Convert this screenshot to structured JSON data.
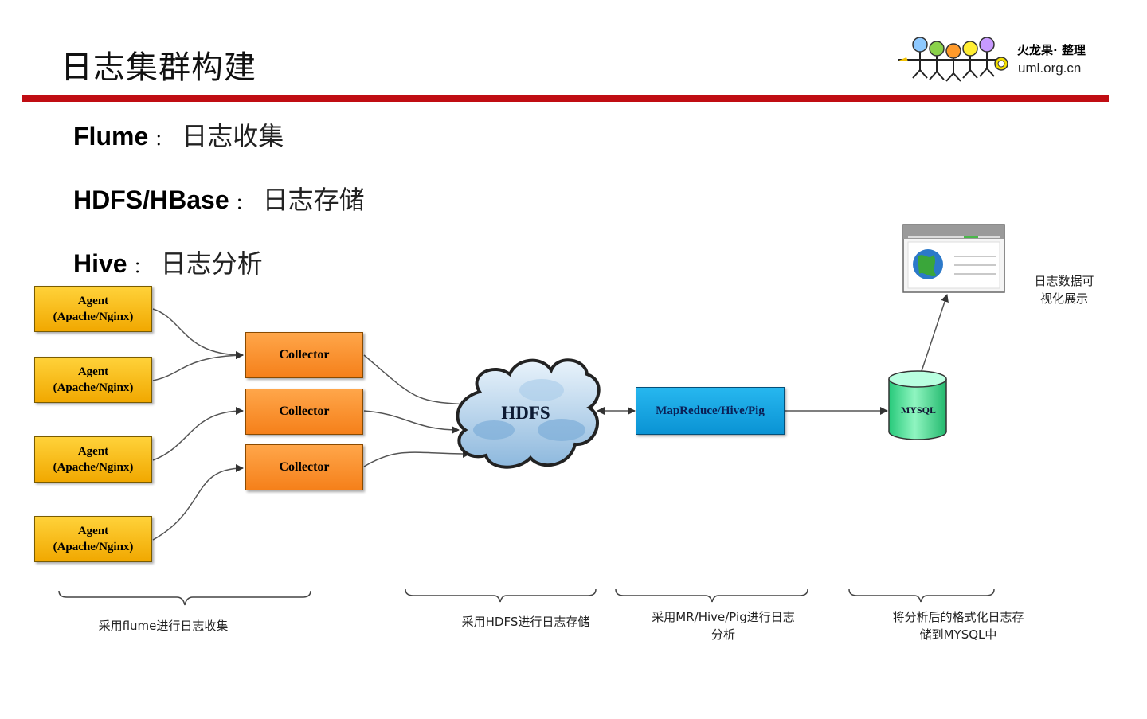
{
  "title": "日志集群构建",
  "logo": {
    "name": "火龙果· 整理",
    "url": "uml.org.cn"
  },
  "bullets": [
    {
      "term": "Flume",
      "colon": "：",
      "desc": "日志收集"
    },
    {
      "term": "HDFS/HBase",
      "colon": "：",
      "desc": "日志存储"
    },
    {
      "term": "Hive",
      "colon": "：",
      "desc": "日志分析"
    }
  ],
  "diagram": {
    "agents": [
      {
        "line1": "Agent",
        "line2": "(Apache/Nginx)"
      },
      {
        "line1": "Agent",
        "line2": "(Apache/Nginx)"
      },
      {
        "line1": "Agent",
        "line2": "(Apache/Nginx)"
      },
      {
        "line1": "Agent",
        "line2": "(Apache/Nginx)"
      }
    ],
    "collectors": [
      "Collector",
      "Collector",
      "Collector"
    ],
    "hdfs": "HDFS",
    "processing": "MapReduce/Hive/Pig",
    "database": "MYSQL",
    "visualization": {
      "line1": "日志数据可",
      "line2": "视化展示"
    },
    "captions": [
      {
        "line1": "采用flume进行日志收集",
        "line2": ""
      },
      {
        "line1": "采用HDFS进行日志存储",
        "line2": ""
      },
      {
        "line1": "采用MR/Hive/Pig进行日志",
        "line2": "分析"
      },
      {
        "line1": "将分析后的格式化日志存",
        "line2": "储到MYSQL中"
      }
    ]
  },
  "colors": {
    "title_rule": "#c00d13",
    "agent": "#f1a800",
    "collector": "#f5801a",
    "processing": "#0a93d4",
    "database": "#3fe59a"
  }
}
